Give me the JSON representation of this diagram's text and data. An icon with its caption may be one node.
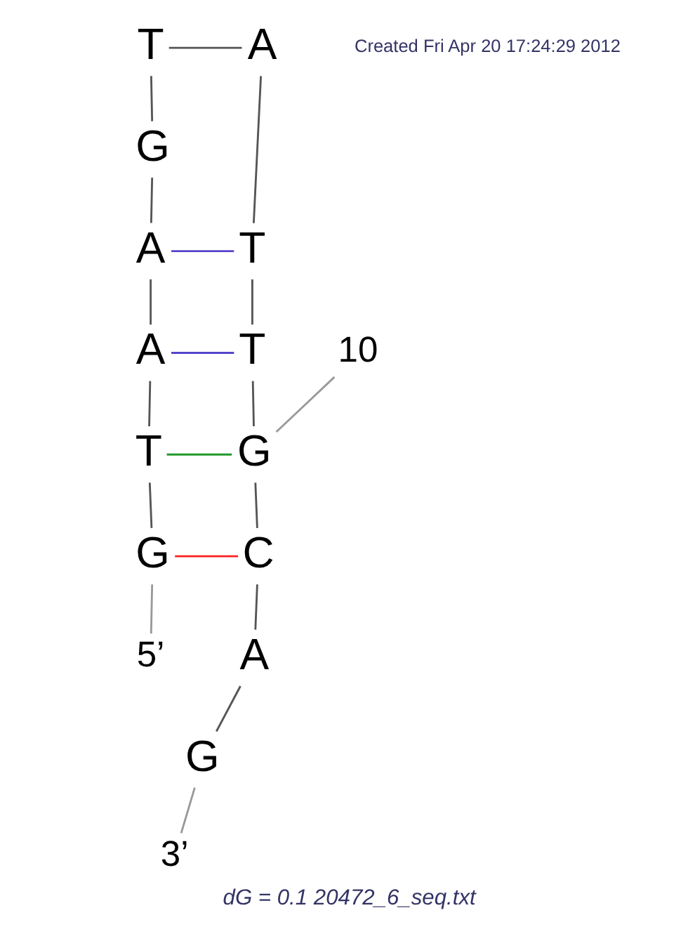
{
  "diagram": {
    "caption": "dG = 0.1 20472_6_seq.txt",
    "nodes": [
      {
        "text": [
          "T"
        ]
      },
      {
        "text": [
          "A"
        ]
      },
      {
        "text": [
          "G"
        ]
      },
      {
        "text": [
          "T"
        ]
      },
      {
        "text": [
          "A"
        ]
      },
      {
        "text": [
          "T"
        ]
      },
      {
        "text": [
          "10"
        ]
      },
      {
        "text": [
          "A"
        ]
      },
      {
        "text": [
          "G"
        ]
      },
      {
        "text": [
          "T"
        ]
      },
      {
        "text": [
          "C"
        ]
      },
      {
        "text": [
          "G"
        ]
      },
      {
        "text": [
          "A"
        ]
      },
      {
        "text": [
          "5’"
        ]
      },
      {
        "text": [
          "G"
        ]
      },
      {
        "text": [
          "3’"
        ]
      }
    ],
    "edges": [
      {
        "from": 13,
        "to": 11,
        "arrow": "none",
        "color": "#999999"
      },
      {
        "from": 11,
        "to": 9,
        "arrow": "none"
      },
      {
        "from": 9,
        "to": 7,
        "arrow": "none"
      },
      {
        "from": 7,
        "to": 4,
        "arrow": "none"
      },
      {
        "from": 4,
        "to": 2,
        "arrow": "none"
      },
      {
        "from": 2,
        "to": 0,
        "arrow": "none"
      },
      {
        "from": 0,
        "to": 1,
        "arrow": "none"
      },
      {
        "from": 1,
        "to": 3,
        "arrow": "none"
      },
      {
        "from": 3,
        "to": 5,
        "arrow": "none"
      },
      {
        "from": 5,
        "to": 8,
        "arrow": "none"
      },
      {
        "from": 8,
        "to": 10,
        "arrow": "none"
      },
      {
        "from": 10,
        "to": 12,
        "arrow": "none"
      },
      {
        "from": 12,
        "to": 14,
        "arrow": "none"
      },
      {
        "from": 15,
        "to": 14,
        "arrow": "none",
        "color": "#999999"
      },
      {
        "from": 6,
        "to": 8,
        "arrow": "none",
        "color": "#999999"
      },
      {
        "from": 4,
        "to": 3,
        "arrow": "none",
        "color": "#5544cc"
      },
      {
        "from": 7,
        "to": 5,
        "arrow": "none",
        "color": "#5544cc"
      },
      {
        "from": 9,
        "to": 8,
        "arrow": "none",
        "color": "#22992a"
      },
      {
        "from": 11,
        "to": 10,
        "arrow": "none",
        "color": "#ff2222"
      }
    ],
    "labels": [
      "Created Fri Apr 20 17:24:29 2012"
    ]
  }
}
